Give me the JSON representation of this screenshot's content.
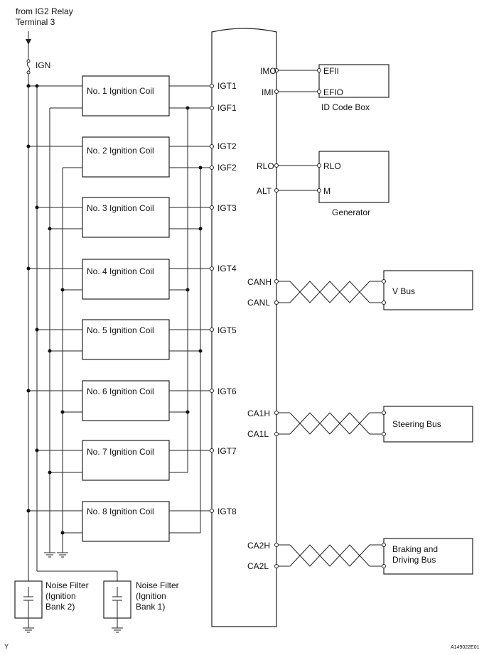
{
  "source": {
    "line1": "from IG2 Relay",
    "line2": "Terminal 3"
  },
  "fuse_label": "IGN",
  "coils": [
    {
      "label": "No. 1 Ignition Coil",
      "igt": "IGT1",
      "igf": "IGF1"
    },
    {
      "label": "No. 2 Ignition Coil",
      "igt": "IGT2",
      "igf": "IGF2"
    },
    {
      "label": "No. 3 Ignition Coil",
      "igt": "IGT3",
      "igf": ""
    },
    {
      "label": "No. 4 Ignition Coil",
      "igt": "IGT4",
      "igf": ""
    },
    {
      "label": "No. 5 Ignition Coil",
      "igt": "IGT5",
      "igf": ""
    },
    {
      "label": "No. 6 Ignition Coil",
      "igt": "IGT6",
      "igf": ""
    },
    {
      "label": "No. 7 Ignition Coil",
      "igt": "IGT7",
      "igf": ""
    },
    {
      "label": "No. 8 Ignition Coil",
      "igt": "IGT8",
      "igf": ""
    }
  ],
  "ecm_pins": {
    "imo": "IMO",
    "imi": "IMI",
    "rlo": "RLO",
    "alt": "ALT",
    "canh": "CANH",
    "canl": "CANL",
    "ca1h": "CA1H",
    "ca1l": "CA1L",
    "ca2h": "CA2H",
    "ca2l": "CA2L"
  },
  "id_code_box": {
    "pin1": "EFII",
    "pin2": "EFIO",
    "caption": "ID Code Box"
  },
  "generator": {
    "pin1": "RLO",
    "pin2": "M",
    "caption": "Generator"
  },
  "v_bus": "V Bus",
  "steering_bus": "Steering Bus",
  "braking_bus": {
    "line1": "Braking and",
    "line2": "Driving Bus"
  },
  "noise_filter_2": {
    "line1": "Noise Filter",
    "line2": "(Ignition",
    "line3": "Bank 2)"
  },
  "noise_filter_1": {
    "line1": "Noise Filter",
    "line2": "(Ignition",
    "line3": "Bank 1)"
  },
  "footer_left": "Y",
  "footer_right": "A149022E01"
}
